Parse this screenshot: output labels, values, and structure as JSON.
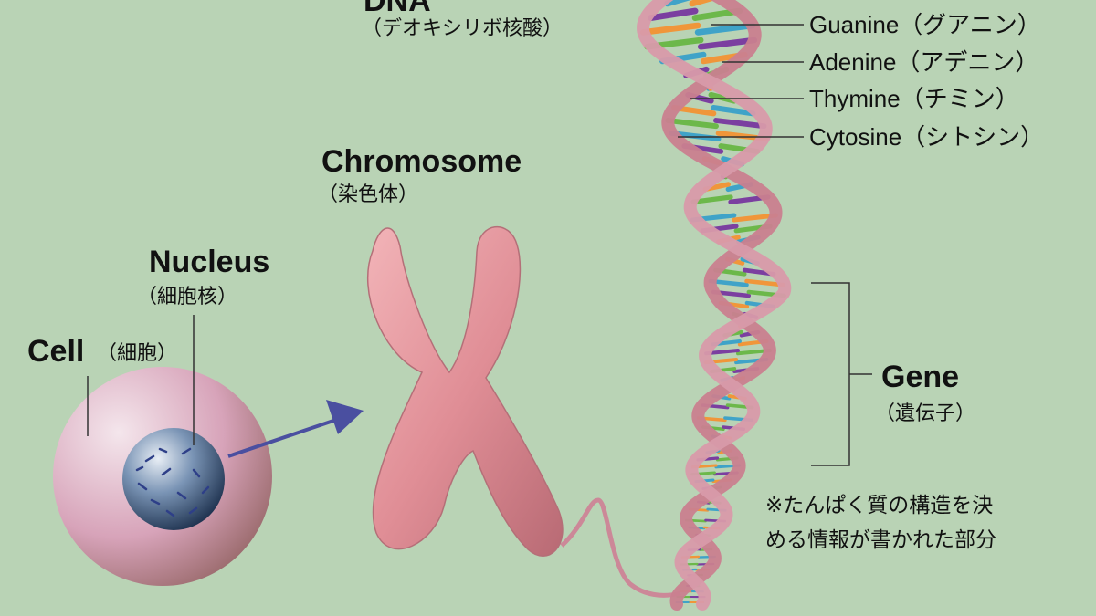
{
  "labels": {
    "dna": {
      "en": "DNA",
      "ja": "（デオキシリボ核酸）"
    },
    "chromosome": {
      "en": "Chromosome",
      "ja": "（染色体）"
    },
    "nucleus": {
      "en": "Nucleus",
      "ja": "（細胞核）"
    },
    "cell": {
      "en": "Cell",
      "ja": "（細胞）"
    },
    "gene": {
      "en": "Gene",
      "ja": "（遺伝子）"
    }
  },
  "bases": [
    {
      "name": "Guanine（グアニン）",
      "color": "#7b3fa0"
    },
    {
      "name": "Adenine（アデニン）",
      "color": "#f0963a"
    },
    {
      "name": "Thymine（チミン）",
      "color": "#6cb84a"
    },
    {
      "name": "Cytosine（シトシン）",
      "color": "#3fa3c8"
    }
  ],
  "note": {
    "line1": "※たんぱく質の構造を決",
    "line2": "める情報が書かれた部分"
  },
  "colors": {
    "background": "#b9d3b5",
    "strand": "#c9808f",
    "chromosome": "#e59aa0",
    "arrow": "#4a4fa0",
    "nucleus": "#3d5e86"
  }
}
